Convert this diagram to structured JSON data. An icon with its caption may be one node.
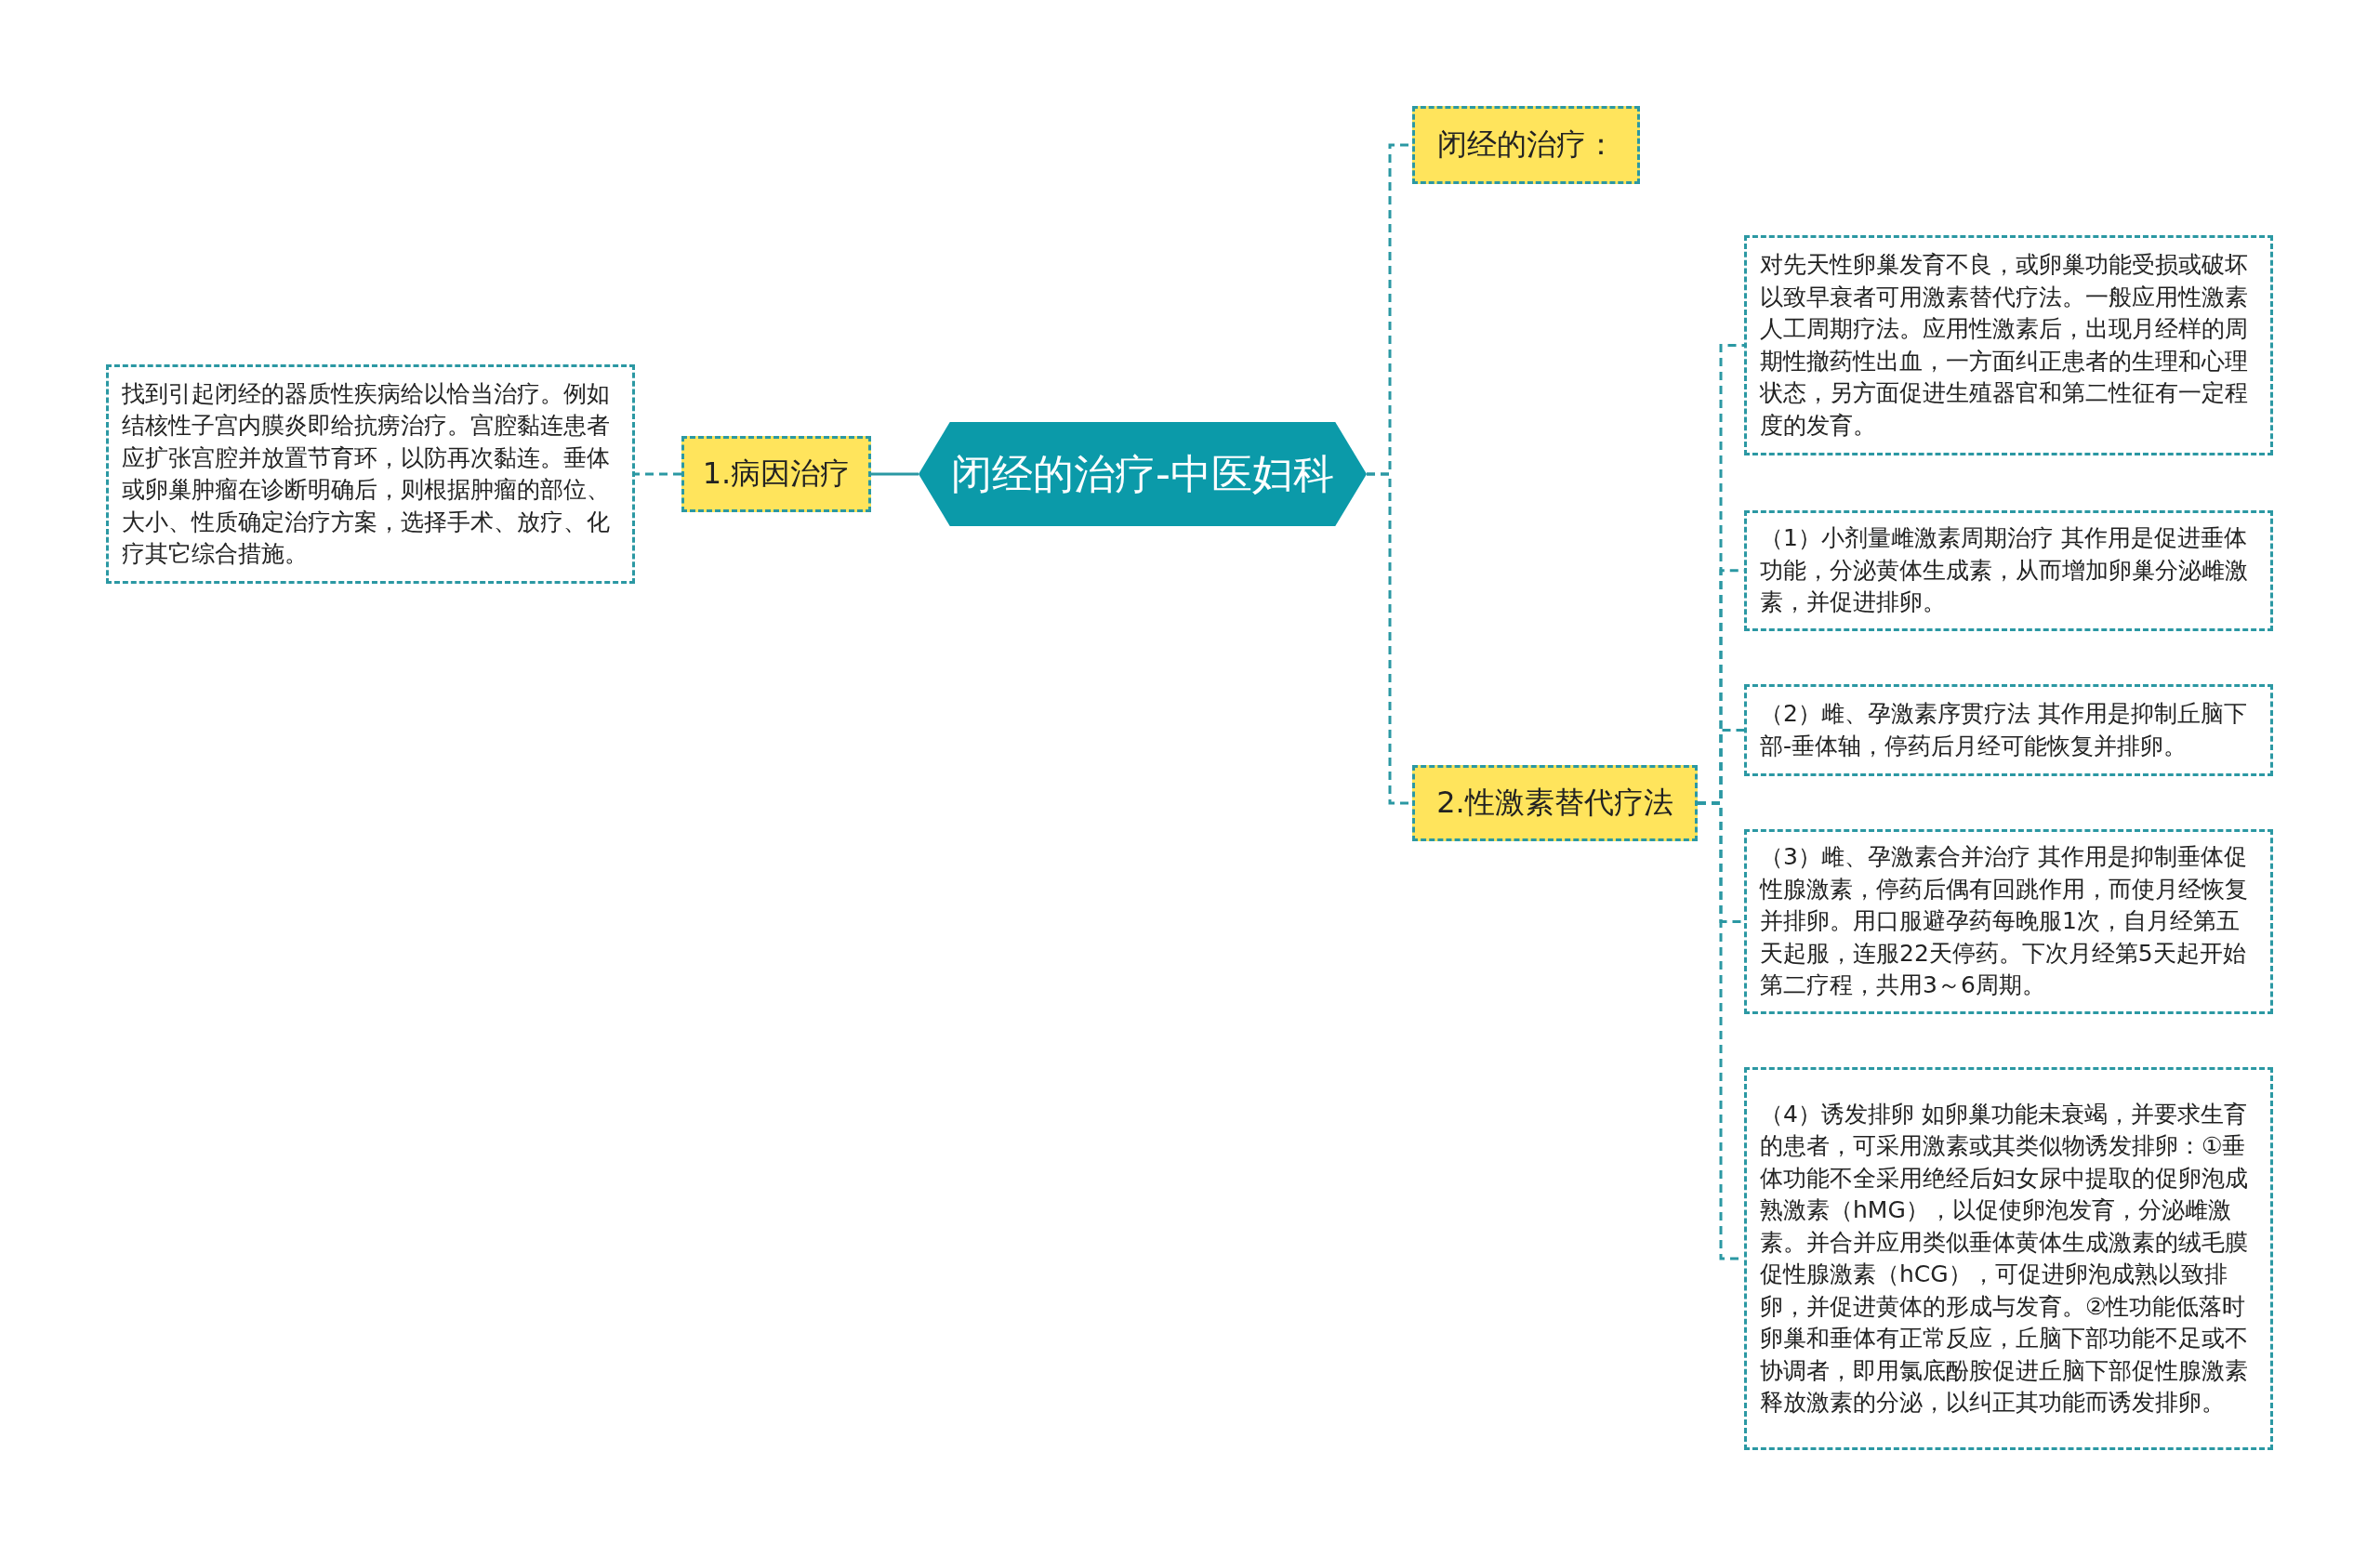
{
  "diagram": {
    "nodes": [
      {
        "text": [
          "闭经的治疗-中医妇科"
        ]
      },
      {
        "text": [
          "闭经的治疗："
        ]
      },
      {
        "text": [
          "1.病因治疗"
        ]
      },
      {
        "text": [
          "找到引起闭经的器质性疾病给以恰当治疗。例如结核性子宫内膜炎即给抗痨治疗。宫腔黏连患者应扩张宫腔并放置节育环，以防再次黏连。垂体或卵巢肿瘤在诊断明确后，则根据肿瘤的部位、大小、性质确定治疗方案，选择手术、放疗、化疗其它综合措施。"
        ]
      },
      {
        "text": [
          "2.性激素替代疗法"
        ]
      },
      {
        "text": [
          "对先天性卵巢发育不良，或卵巢功能受损或破坏以致早衰者可用激素替代疗法。一般应用性激素人工周期疗法。应用性激素后，出现月经样的周期性撤药性出血，一方面纠正患者的生理和心理状态，另方面促进生殖器官和第二性征有一定程度的发育。"
        ]
      },
      {
        "text": [
          "（1）小剂量雌激素周期治疗 其作用是促进垂体功能，分泌黄体生成素，从而增加卵巢分泌雌激素，并促进排卵。"
        ]
      },
      {
        "text": [
          "（2）雌、孕激素序贯疗法 其作用是抑制丘脑下部-垂体轴，停药后月经可能恢复并排卵。"
        ]
      },
      {
        "text": [
          "（3）雌、孕激素合并治疗 其作用是抑制垂体促性腺激素，停药后偶有回跳作用，而使月经恢复并排卵。用口服避孕药每晚服1次，自月经第五天起服，连服22天停药。下次月经第5天起开始第二疗程，共用3～6周期。"
        ]
      },
      {
        "text": [
          "（4）诱发排卵 如卵巢功能未衰竭，并要求生育的患者，可采用激素或其类似物诱发排卵：①垂体功能不全采用绝经后妇女尿中提取的促卵泡成熟激素（hMG），以促使卵泡发育，分泌雌激素。并合并应用类似垂体黄体生成激素的绒毛膜促性腺激素（hCG），可促进卵泡成熟以致排卵，并促进黄体的形成与发育。②性功能低落时卵巢和垂体有正常反应，丘脑下部功能不足或不协调者，即用氯底酚胺促进丘脑下部促性腺激素释放激素的分泌，以纠正其功能而诱发排卵。"
        ]
      }
    ],
    "edges": [
      {
        "from": 0,
        "to": 1,
        "arrow": "none",
        "style": "dashed"
      },
      {
        "from": 0,
        "to": 2,
        "arrow": "none"
      },
      {
        "from": 0,
        "to": 4,
        "arrow": "none",
        "style": "dashed"
      },
      {
        "from": 2,
        "to": 3,
        "arrow": "none",
        "style": "dashed"
      },
      {
        "from": 4,
        "to": 5,
        "arrow": "none",
        "style": "dashed"
      },
      {
        "from": 4,
        "to": 6,
        "arrow": "none",
        "style": "dashed"
      },
      {
        "from": 4,
        "to": 7,
        "arrow": "none",
        "style": "dashed"
      },
      {
        "from": 4,
        "to": 8,
        "arrow": "none",
        "style": "dashed"
      },
      {
        "from": 4,
        "to": 9,
        "arrow": "none",
        "style": "dashed"
      }
    ]
  }
}
